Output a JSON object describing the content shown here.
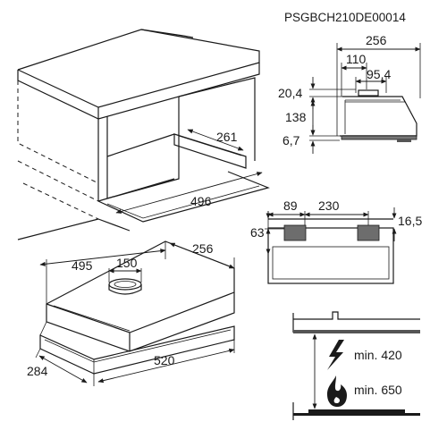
{
  "product_code": "PSGBCH210DE00014",
  "cabinet_view": {
    "depth_label": "261",
    "width_label": "496"
  },
  "side_view": {
    "total_depth_label": "256",
    "outlet_offset_label": "110",
    "outlet_diameter_label": "95,4",
    "top_height_label": "20,4",
    "body_height_label": "138",
    "bottom_height_label": "6,7"
  },
  "hood_view": {
    "width_label": "495",
    "outlet_label": "150",
    "depth_label": "256",
    "front_depth_label": "284",
    "front_width_label": "520"
  },
  "front_view": {
    "left_offset_label": "89",
    "spacing_label": "230",
    "right_offset_label": "16,5",
    "height_label": "63"
  },
  "install": {
    "electric_min_label": "min. 420",
    "gas_min_label": "min. 650",
    "electric_icon": "lightning-icon",
    "gas_icon": "flame-icon"
  }
}
